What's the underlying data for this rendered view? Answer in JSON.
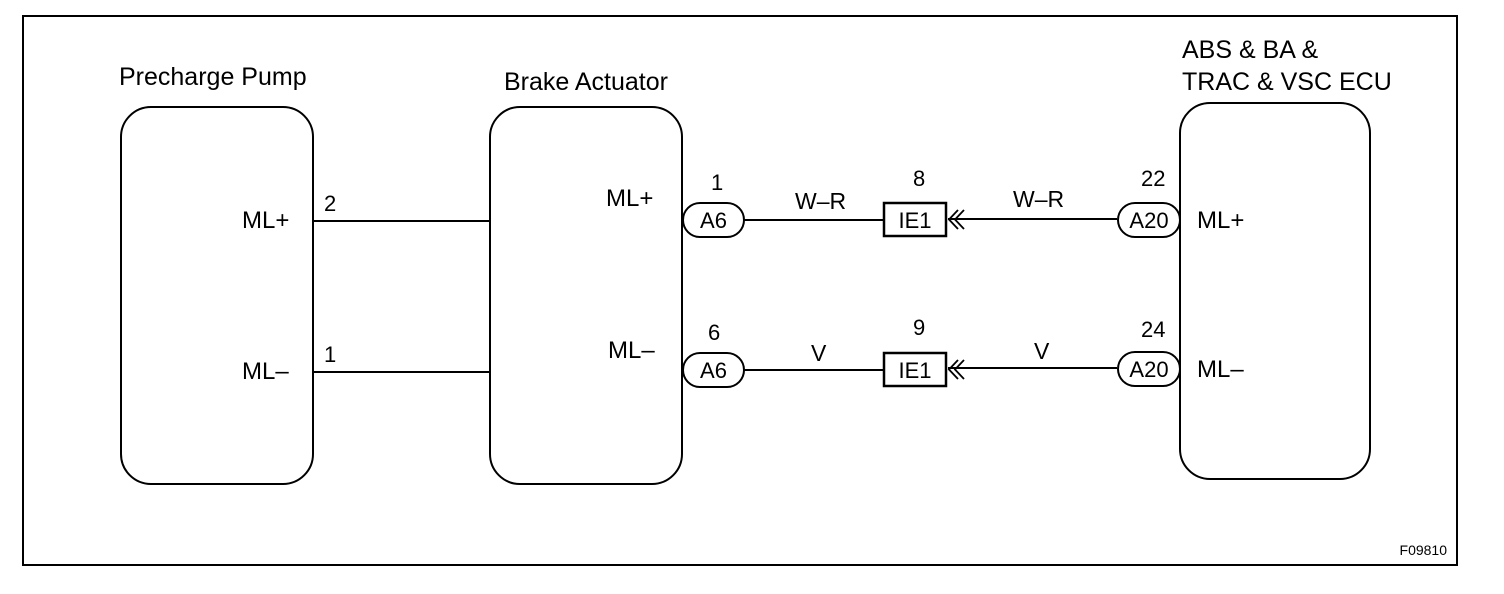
{
  "components": {
    "precharge_pump": {
      "title": "Precharge Pump",
      "pins": [
        {
          "name": "ML+",
          "number": "2"
        },
        {
          "name": "ML–",
          "number": "1"
        }
      ]
    },
    "brake_actuator": {
      "title": "Brake Actuator",
      "pins": [
        {
          "name": "ML+",
          "number": "1"
        },
        {
          "name": "ML–",
          "number": "6"
        }
      ]
    },
    "ecu": {
      "title_line1": "ABS & BA &",
      "title_line2": "TRAC & VSC ECU",
      "pins": [
        {
          "name": "ML+",
          "number": "22"
        },
        {
          "name": "ML–",
          "number": "24"
        }
      ]
    }
  },
  "connectors": {
    "actuator_connector": "A6",
    "junction_connector": "IE1",
    "ecu_connector": "A20"
  },
  "junction_pins": {
    "top": "8",
    "bottom": "9"
  },
  "wires": {
    "top": {
      "left_color": "W–R",
      "right_color": "W–R"
    },
    "bottom": {
      "left_color": "V",
      "right_color": "V"
    }
  },
  "figure_code": "F09810"
}
